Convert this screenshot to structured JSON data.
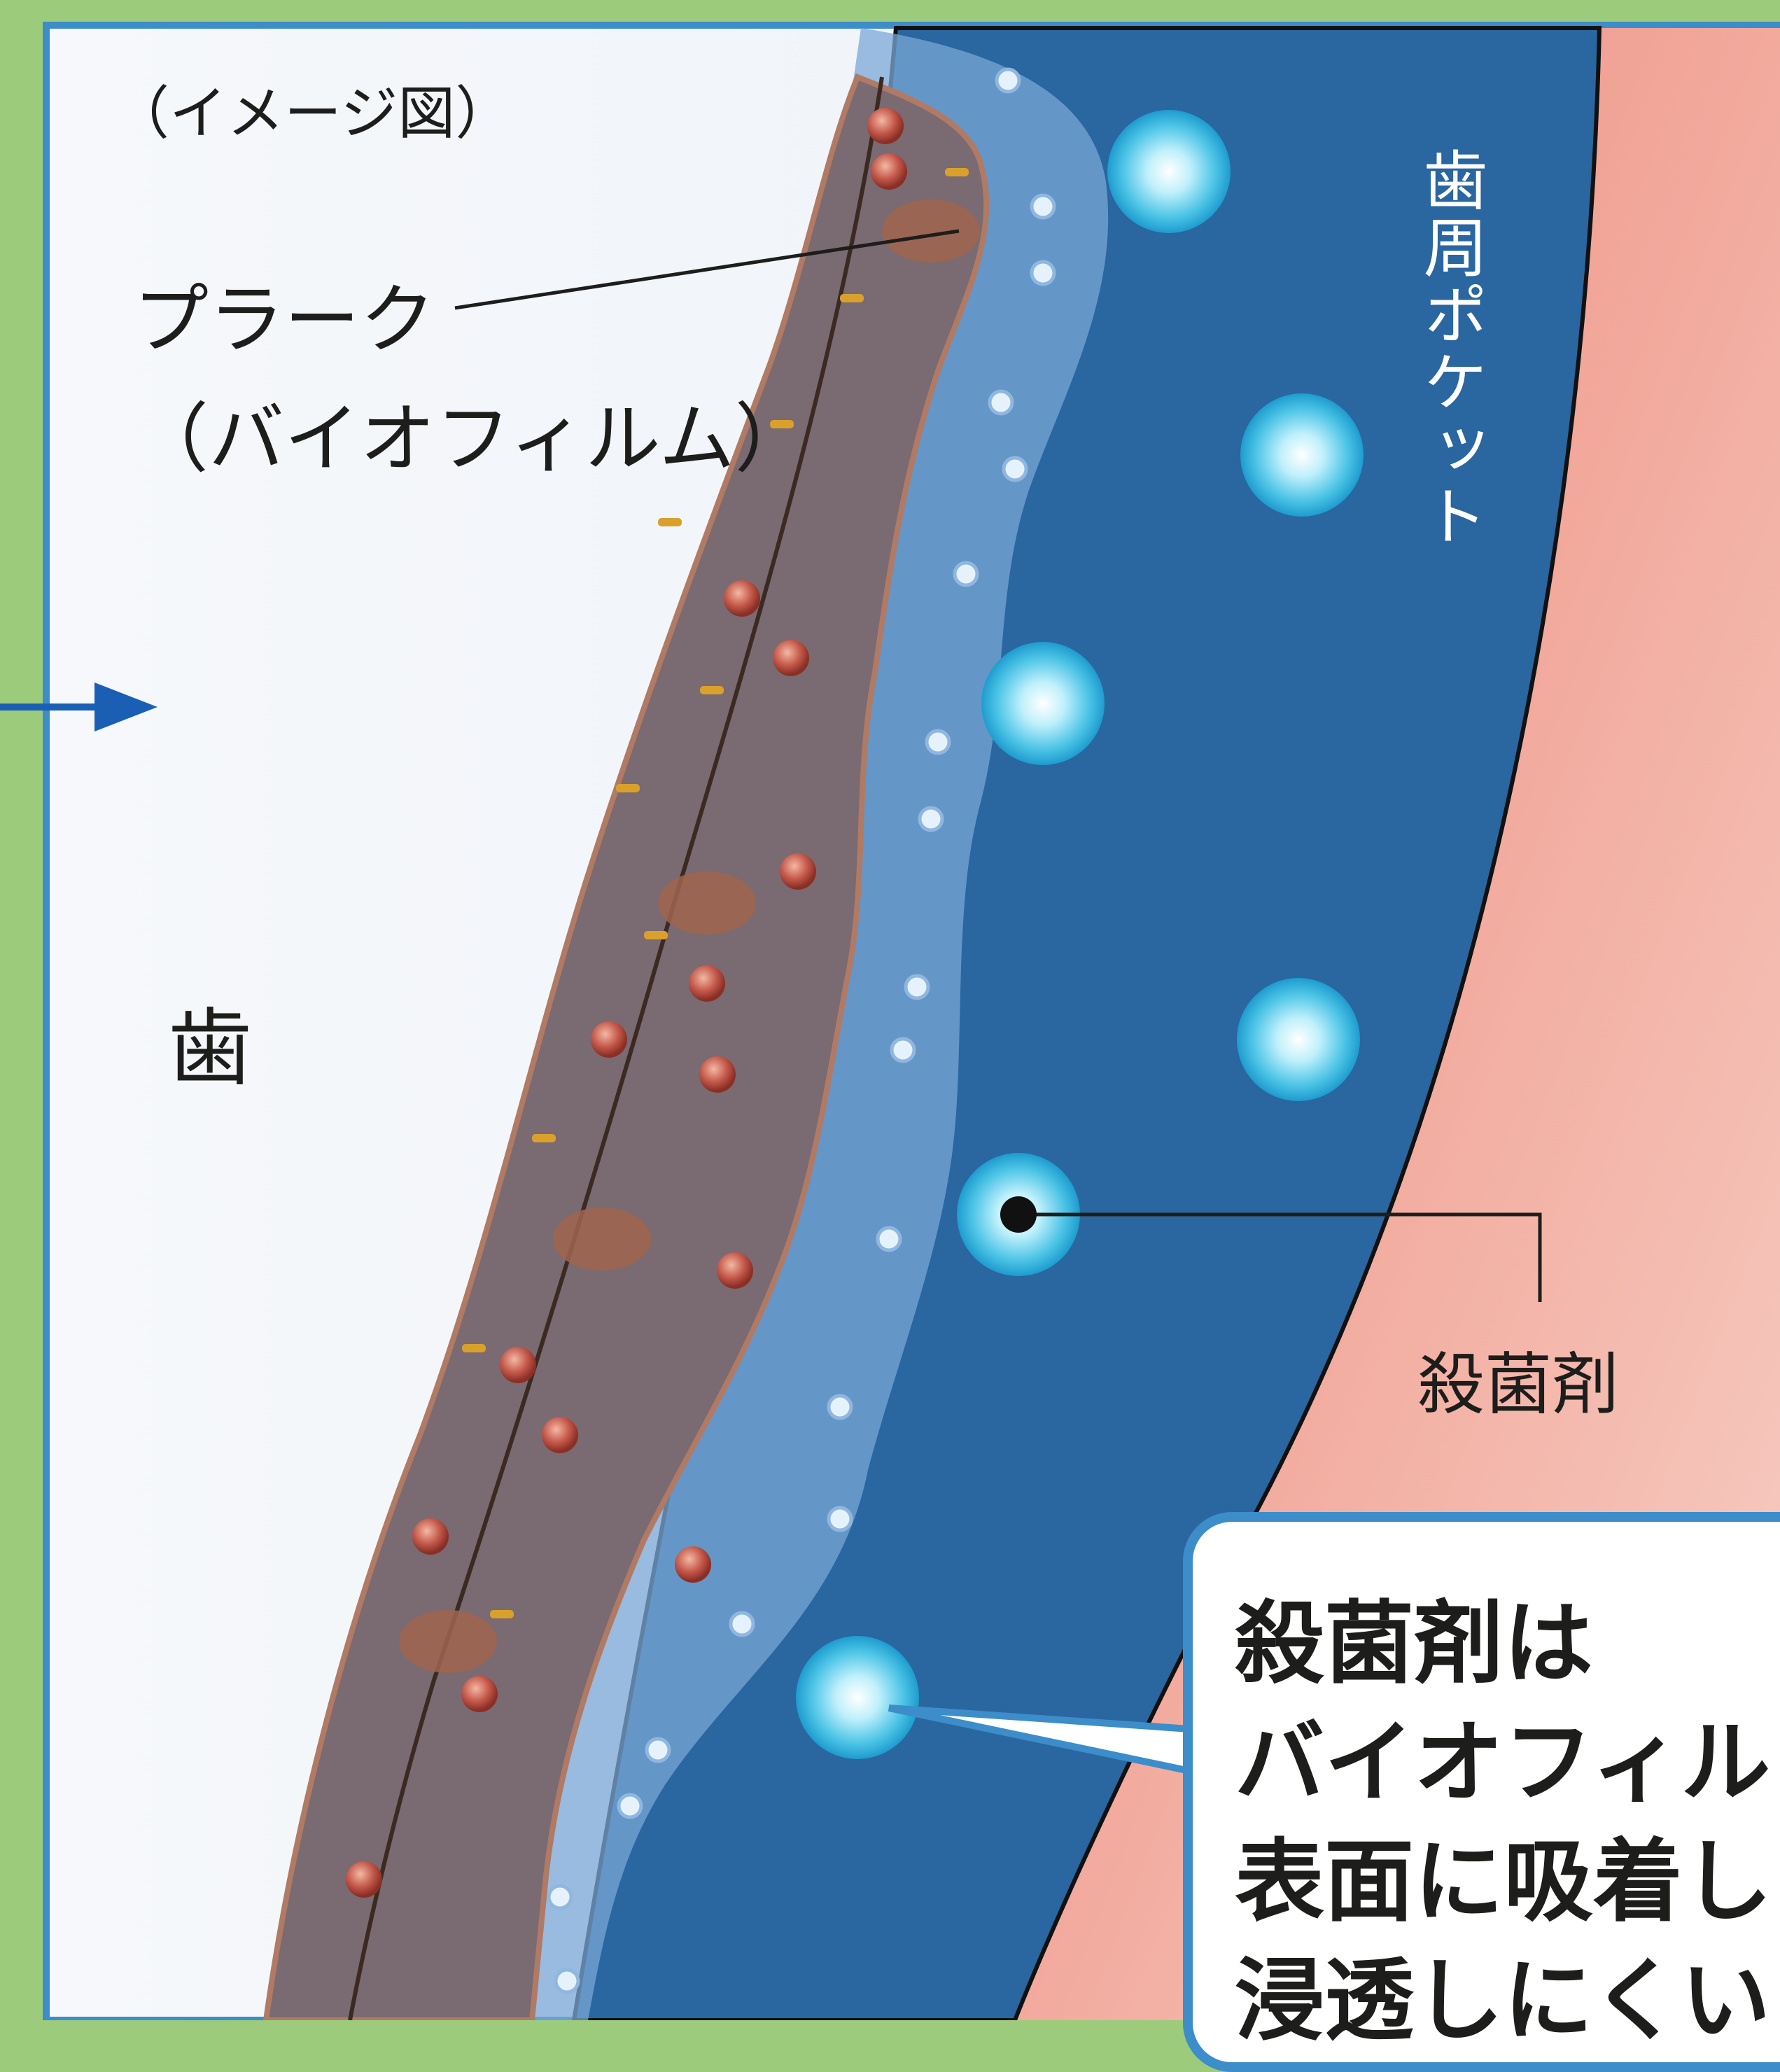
{
  "labels": {
    "caption": "（イメージ図）",
    "plaque_line1": "プラーク",
    "plaque_line2": "（バイオフィルム）",
    "tooth": "歯",
    "periodontal_pocket": "歯周ポケット",
    "bactericide": "殺菌剤"
  },
  "callout": {
    "lines": [
      "殺菌剤は",
      "バイオフィル",
      "表面に吸着し",
      "浸透しにくい"
    ]
  },
  "colors": {
    "frame": "#9ccb7c",
    "frame_border": "#3c8dc9",
    "tooth": "#eef3f8",
    "pocket": "#2a66a0",
    "gum": "#ef9a8c",
    "plaque": "#7a6a72",
    "agent": "#5fd2ec",
    "arrow": "#1a5fb4"
  },
  "icons": [
    "arrow-right-icon",
    "bactericide-molecule-icon",
    "bacteria-icon"
  ]
}
